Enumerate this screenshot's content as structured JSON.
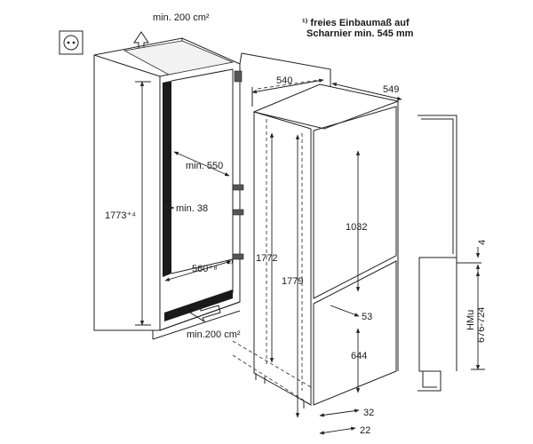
{
  "labels": {
    "vent_top": "min. 200 cm²",
    "vent_bottom": "min.200 cm²",
    "note_line1": "¹⁾ freies Einbaumaß auf",
    "note_line2": "Scharnier min. 545 mm",
    "niche_height": "1773⁺⁴",
    "depth_min": "min. 550",
    "side_min": "min. 38",
    "niche_width": "560⁺⁸",
    "niche_width_note": "¹⁾",
    "width_540": "540",
    "depth_549": "549",
    "appliance_height": "1772",
    "appliance_height_2": "1779",
    "door_upper": "1032",
    "door_gap": "53",
    "door_lower": "644",
    "plinth_32": "32",
    "plinth_22": "22",
    "gap_4": "4",
    "hmu": "HMu",
    "hmu_range": "676-724"
  },
  "icons": {
    "socket": "power-socket-icon",
    "vent_up": "arrow-up-icon",
    "vent_in": "arrow-right-icon"
  },
  "colors": {
    "line": "#222222",
    "fill_dark": "#1a1a1a",
    "fill_light": "#f2f2f2"
  }
}
